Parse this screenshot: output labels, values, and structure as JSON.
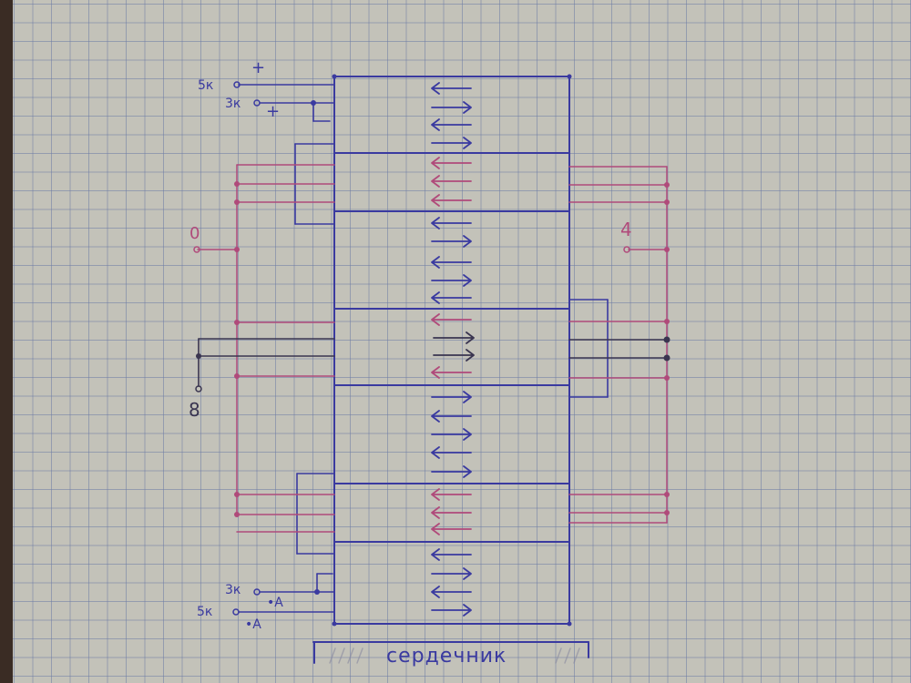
{
  "diagram": {
    "type": "hand-drawn transformer winding schematic on graph paper",
    "colors": {
      "paper": "#c3c2b9",
      "grid": "#6e7da5",
      "primary_ink": "#3a3aa0",
      "secondary_ink": "#b04a7a",
      "tertiary_ink": "#3a3550"
    },
    "terminals": {
      "top_5k": {
        "label": "5к",
        "polarity": "+"
      },
      "top_3k": {
        "label": "3к",
        "polarity": "+"
      },
      "bottom_3k": {
        "label": "3к",
        "marker": "•A"
      },
      "bottom_5k": {
        "label": "5к",
        "marker": "•A"
      },
      "left_0": {
        "label": "0"
      },
      "left_8": {
        "label": "8"
      },
      "right_4": {
        "label": "4"
      }
    },
    "core_label": "сердечник",
    "winding_sections": [
      {
        "name": "blue-top",
        "arrows": [
          "left",
          "right",
          "left",
          "right"
        ],
        "color": "blue"
      },
      {
        "name": "pink-upper",
        "arrows": [
          "left",
          "left",
          "left"
        ],
        "color": "pink"
      },
      {
        "name": "blue-upper-mid",
        "arrows": [
          "left",
          "right",
          "left",
          "right",
          "left"
        ],
        "color": "blue"
      },
      {
        "name": "mixed-center",
        "arrows": [
          "left",
          "right",
          "right",
          "left"
        ],
        "colors": [
          "pink",
          "dark",
          "dark",
          "pink"
        ]
      },
      {
        "name": "blue-lower-mid",
        "arrows": [
          "right",
          "left",
          "right",
          "left",
          "right"
        ],
        "color": "blue"
      },
      {
        "name": "pink-lower",
        "arrows": [
          "left",
          "left",
          "left"
        ],
        "color": "pink"
      },
      {
        "name": "blue-bottom",
        "arrows": [
          "left",
          "right",
          "left",
          "right"
        ],
        "color": "blue"
      }
    ]
  }
}
